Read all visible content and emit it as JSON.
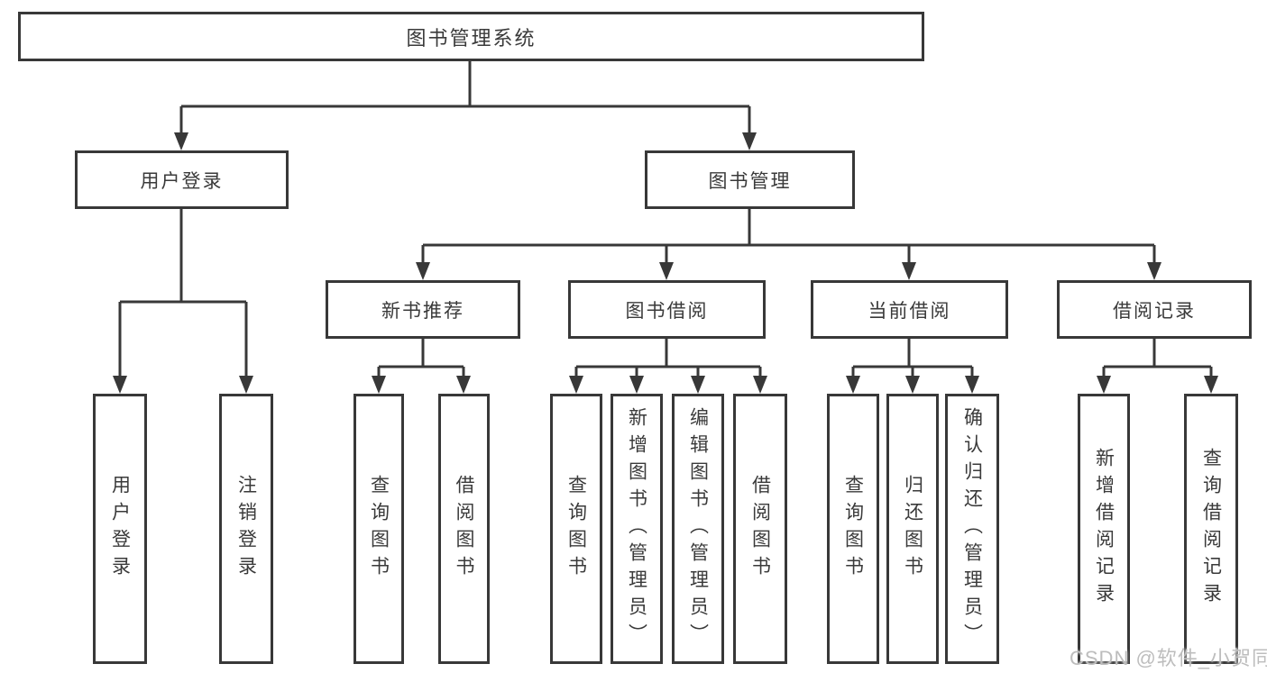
{
  "diagram_title": "图书管理系统",
  "watermark": "CSDN @软件_小贺同学",
  "colors": {
    "line": "#383838",
    "box_border": "#383838",
    "text": "#3a3a3a",
    "background": "#ffffff",
    "watermark": "#bdbdbd"
  },
  "nodes": {
    "root": {
      "label": "图书管理系统"
    },
    "user_login": {
      "label": "用户登录"
    },
    "book_management": {
      "label": "图书管理"
    },
    "new_book_recommend": {
      "label": "新书推荐"
    },
    "book_borrow": {
      "label": "图书借阅"
    },
    "current_borrow": {
      "label": "当前借阅"
    },
    "borrow_records": {
      "label": "借阅记录"
    },
    "leaf_user_login": {
      "label": "用户登录"
    },
    "leaf_logout": {
      "label": "注销登录"
    },
    "leaf_query_book_rec": {
      "label": "查询图书"
    },
    "leaf_borrow_book_rec": {
      "label": "借阅图书"
    },
    "leaf_query_book_borrow": {
      "label": "查询图书"
    },
    "leaf_add_book_admin": {
      "label": "新增图书（管理员）"
    },
    "leaf_edit_book_admin": {
      "label": "编辑图书（管理员）"
    },
    "leaf_borrow_book_borrow": {
      "label": "借阅图书"
    },
    "leaf_query_book_current": {
      "label": "查询图书"
    },
    "leaf_return_book": {
      "label": "归还图书"
    },
    "leaf_confirm_return_admin": {
      "label": "确认归还（管理员）"
    },
    "leaf_add_borrow_record": {
      "label": "新增借阅记录"
    },
    "leaf_query_borrow_record": {
      "label": "查询借阅记录"
    }
  },
  "hierarchy": {
    "图书管理系统": [
      "用户登录",
      "图书管理"
    ],
    "用户登录": [
      "用户登录",
      "注销登录"
    ],
    "图书管理": [
      "新书推荐",
      "图书借阅",
      "当前借阅",
      "借阅记录"
    ],
    "新书推荐": [
      "查询图书",
      "借阅图书"
    ],
    "图书借阅": [
      "查询图书",
      "新增图书（管理员）",
      "编辑图书（管理员）",
      "借阅图书"
    ],
    "当前借阅": [
      "查询图书",
      "归还图书",
      "确认归还（管理员）"
    ],
    "借阅记录": [
      "新增借阅记录",
      "查询借阅记录"
    ]
  }
}
